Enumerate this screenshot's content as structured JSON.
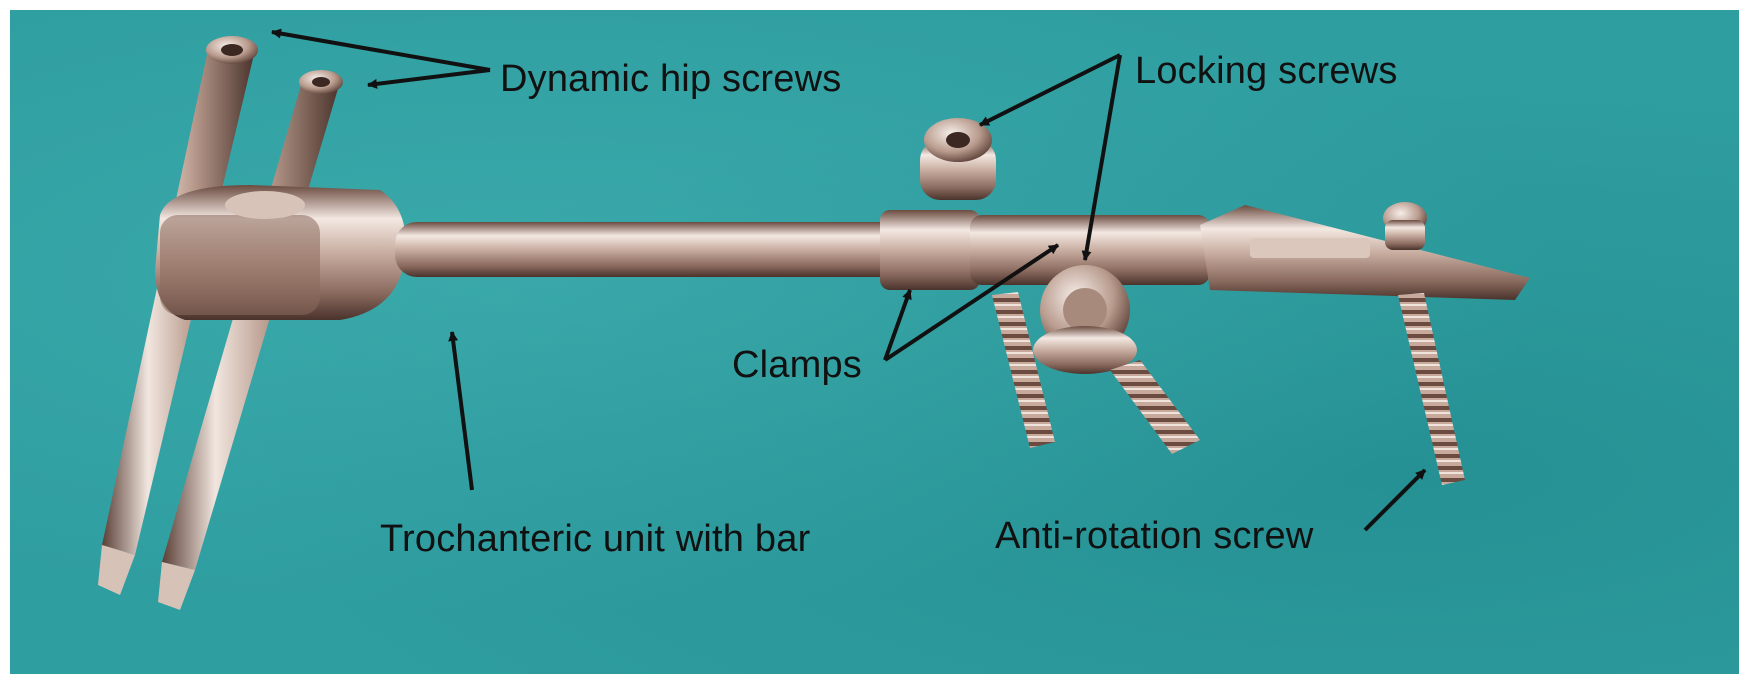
{
  "labels": {
    "dynamic_hip_screws": "Dynamic hip screws",
    "locking_screws": "Locking screws",
    "clamps": "Clamps",
    "trochanteric_unit": "Trochanteric unit with bar",
    "anti_rotation_screw": "Anti-rotation screw"
  },
  "colors": {
    "background": "#2f9ea0",
    "metal_light": "#f1e6df",
    "metal_mid": "#b89a8c",
    "metal_dark": "#5a3f36",
    "arrow": "#111111"
  }
}
